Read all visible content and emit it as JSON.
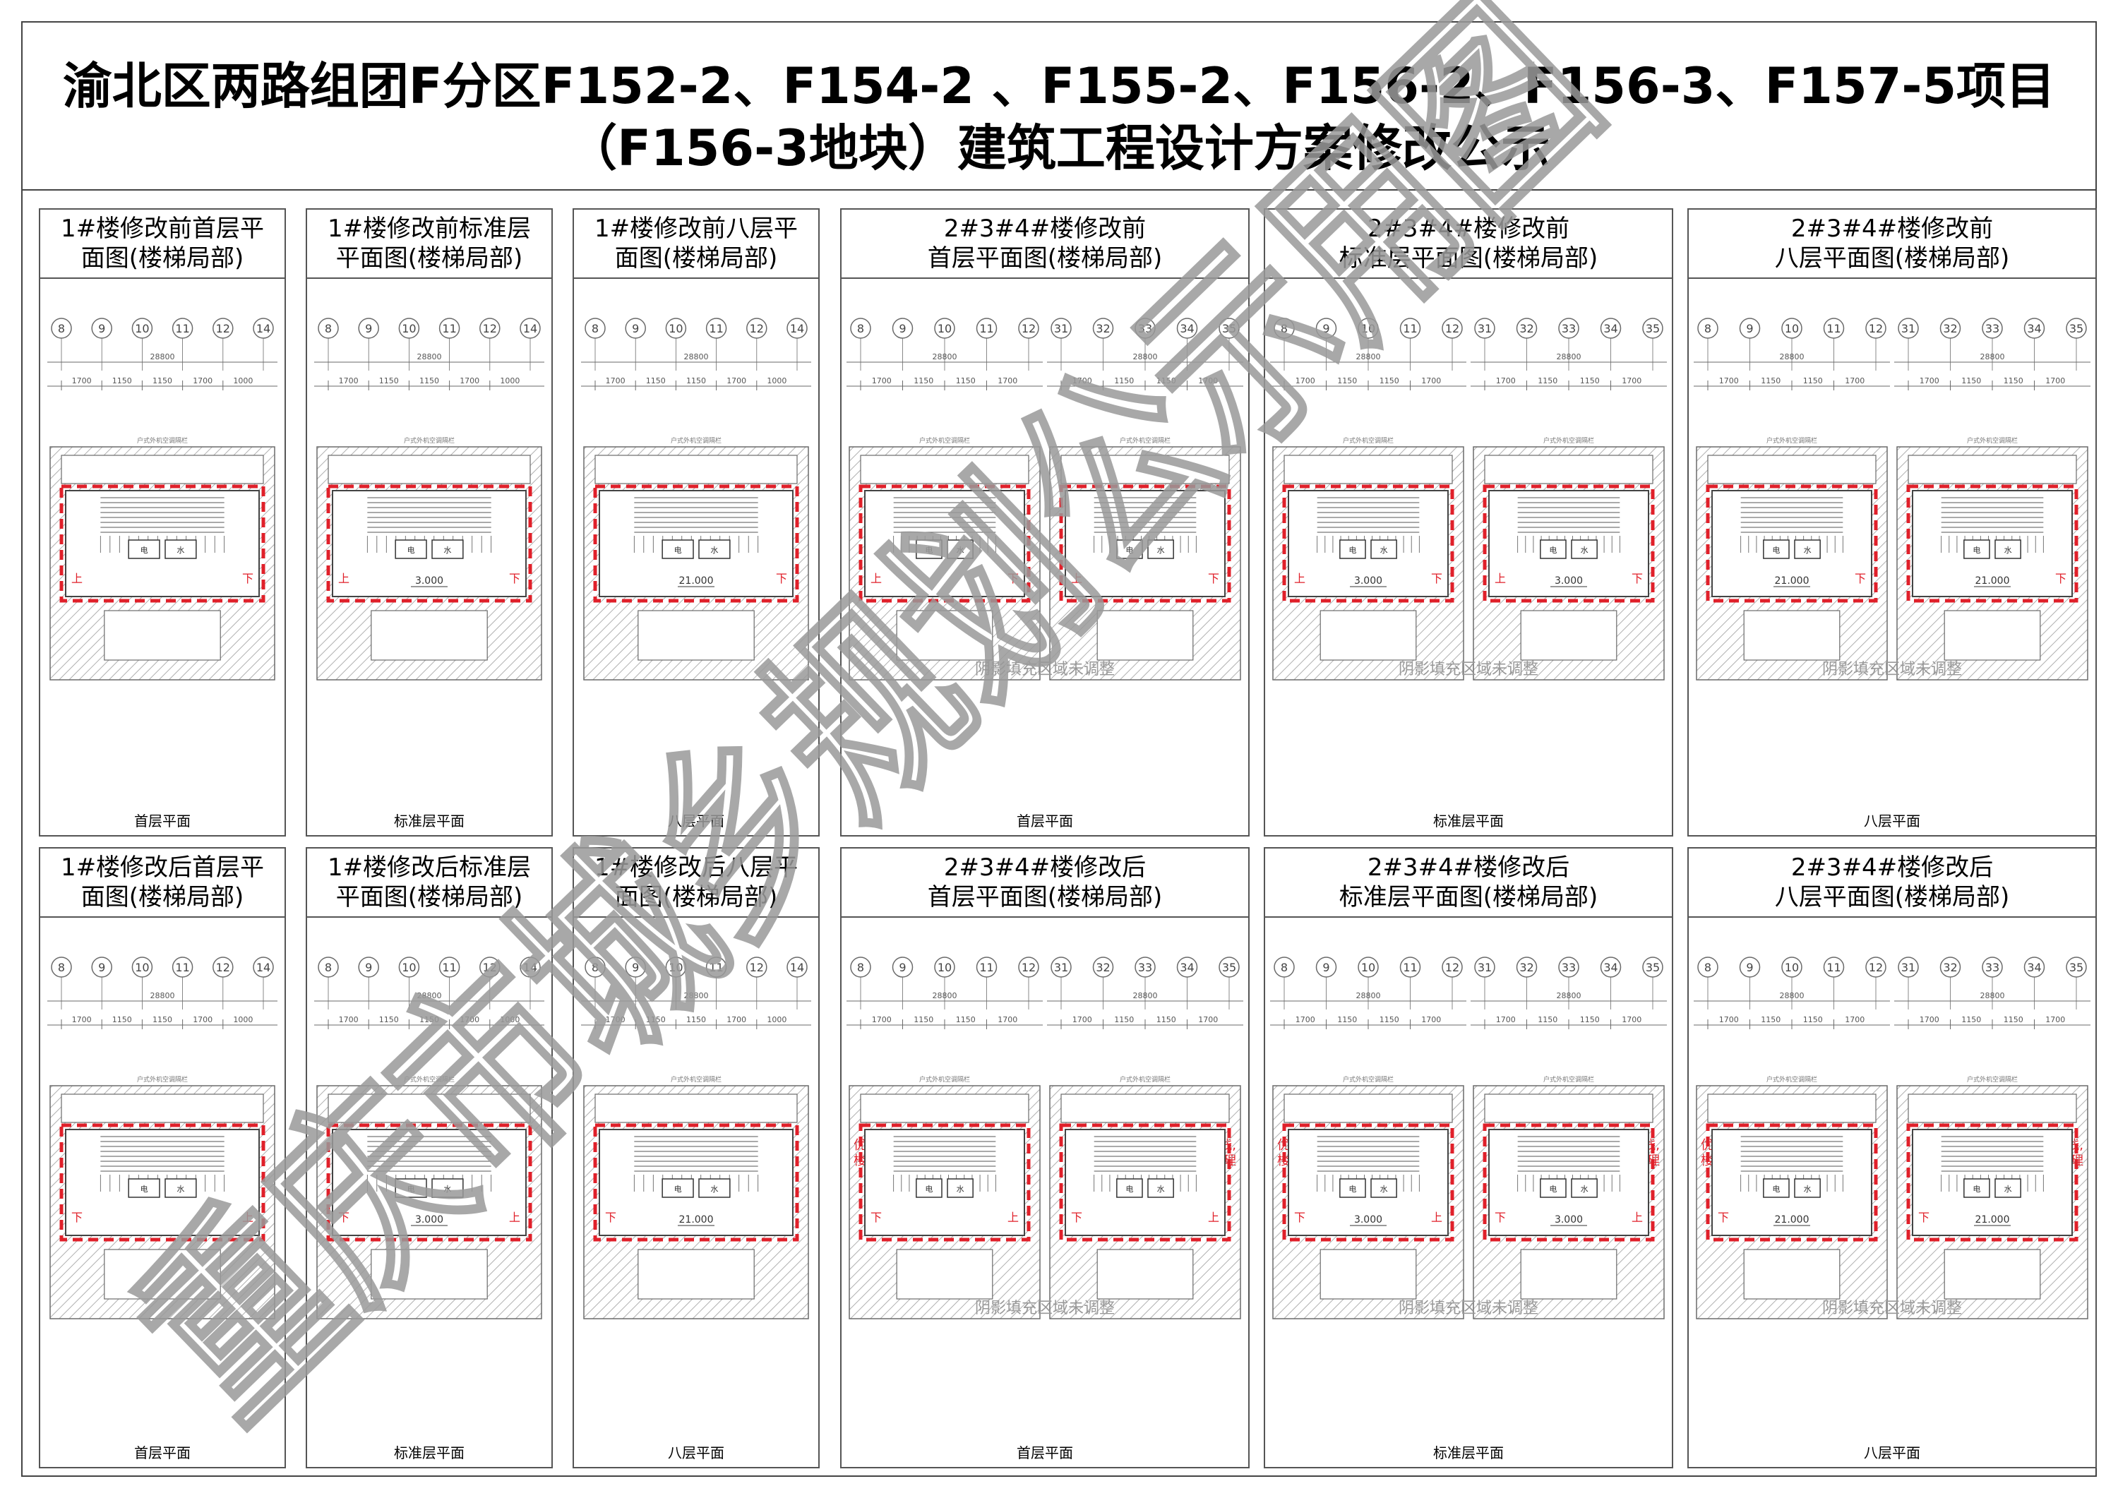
{
  "title": {
    "line1": "渝北区两路组团F分区F152-2、F154-2 、F155-2、F156-2、F156-3、F157-5项目",
    "line2": "（F156-3地块）建筑工程设计方案修改公示"
  },
  "watermark": "重庆市城乡规划公示用图",
  "colors": {
    "highlight": "#e0202a",
    "annotation": "#e0202a",
    "linework": "#6a6a6a",
    "hatch": "#b0b0b0",
    "watermark": "#9a9a9a"
  },
  "strings": {
    "up": "上",
    "down": "下",
    "shading_note": "阴影填充区域未调整",
    "optimize_note_1": "优化归家流线,",
    "optimize_note_2": "楼梯镜像处理",
    "level_3000": "3.000",
    "level_21000": "21.000",
    "total_dim": "28800",
    "room_label_a": "电",
    "room_label_b": "水",
    "door_note": "户式外机空调隔栏"
  },
  "axes": {
    "building1": [
      "8",
      "9",
      "10",
      "11",
      "12",
      "14"
    ],
    "building234_left": [
      "8",
      "9",
      "10",
      "11",
      "12"
    ],
    "building234_right": [
      "31",
      "32",
      "33",
      "34",
      "35"
    ],
    "dims_building1": [
      "1700",
      "1150",
      "1150",
      "1700",
      "1000"
    ],
    "dims_building234": [
      "1700",
      "1150",
      "1150",
      "1700"
    ]
  },
  "panels": [
    {
      "id": "b1-before-ground",
      "header": [
        "1#楼修改前首层平",
        "面图(楼梯局部)"
      ],
      "footer": "首层平面",
      "building": "b1",
      "level": "",
      "arrow_left": "上",
      "arrow_right": "下",
      "note": false
    },
    {
      "id": "b1-before-standard",
      "header": [
        "1#楼修改前标准层",
        "平面图(楼梯局部)"
      ],
      "footer": "标准层平面",
      "building": "b1",
      "level": "3.000",
      "arrow_left": "上",
      "arrow_right": "下",
      "note": false
    },
    {
      "id": "b1-before-eighth",
      "header": [
        "1#楼修改前八层平",
        "面图(楼梯局部)"
      ],
      "footer": "八层平面",
      "building": "b1",
      "level": "21.000",
      "arrow_left": "",
      "arrow_right": "下",
      "note": false
    },
    {
      "id": "b234-before-ground",
      "header": [
        "2#3#4#楼修改前",
        "首层平面图(楼梯局部)"
      ],
      "footer": "首层平面",
      "building": "b234",
      "level": "",
      "arrow_left": "上",
      "arrow_right": "下",
      "note": false,
      "shading": true
    },
    {
      "id": "b234-before-standard",
      "header": [
        "2#3#4#楼修改前",
        "标准层平面图(楼梯局部)"
      ],
      "footer": "标准层平面",
      "building": "b234",
      "level": "3.000",
      "arrow_left": "上",
      "arrow_right": "下",
      "note": false,
      "shading": true
    },
    {
      "id": "b234-before-eighth",
      "header": [
        "2#3#4#楼修改前",
        "八层平面图(楼梯局部)"
      ],
      "footer": "八层平面",
      "building": "b234",
      "level": "21.000",
      "arrow_left": "",
      "arrow_right": "下",
      "note": false,
      "shading": true
    },
    {
      "id": "b1-after-ground",
      "header": [
        "1#楼修改后首层平",
        "面图(楼梯局部)"
      ],
      "footer": "首层平面",
      "building": "b1",
      "level": "",
      "arrow_left": "下",
      "arrow_right": "上",
      "note": false
    },
    {
      "id": "b1-after-standard",
      "header": [
        "1#楼修改后标准层",
        "平面图(楼梯局部)"
      ],
      "footer": "标准层平面",
      "building": "b1",
      "level": "3.000",
      "arrow_left": "下",
      "arrow_right": "上",
      "note": false
    },
    {
      "id": "b1-after-eighth",
      "header": [
        "1#楼修改后八层平",
        "面图(楼梯局部)"
      ],
      "footer": "八层平面",
      "building": "b1",
      "level": "21.000",
      "arrow_left": "下",
      "arrow_right": "",
      "note": false
    },
    {
      "id": "b234-after-ground",
      "header": [
        "2#3#4#楼修改后",
        "首层平面图(楼梯局部)"
      ],
      "footer": "首层平面",
      "building": "b234",
      "level": "",
      "arrow_left": "下",
      "arrow_right": "上",
      "note": true,
      "shading": true
    },
    {
      "id": "b234-after-standard",
      "header": [
        "2#3#4#楼修改后",
        "标准层平面图(楼梯局部)"
      ],
      "footer": "标准层平面",
      "building": "b234",
      "level": "3.000",
      "arrow_left": "下",
      "arrow_right": "上",
      "note": true,
      "shading": true
    },
    {
      "id": "b234-after-eighth",
      "header": [
        "2#3#4#楼修改后",
        "八层平面图(楼梯局部)"
      ],
      "footer": "八层平面",
      "building": "b234",
      "level": "21.000",
      "arrow_left": "下",
      "arrow_right": "",
      "note": true,
      "shading": true
    }
  ]
}
